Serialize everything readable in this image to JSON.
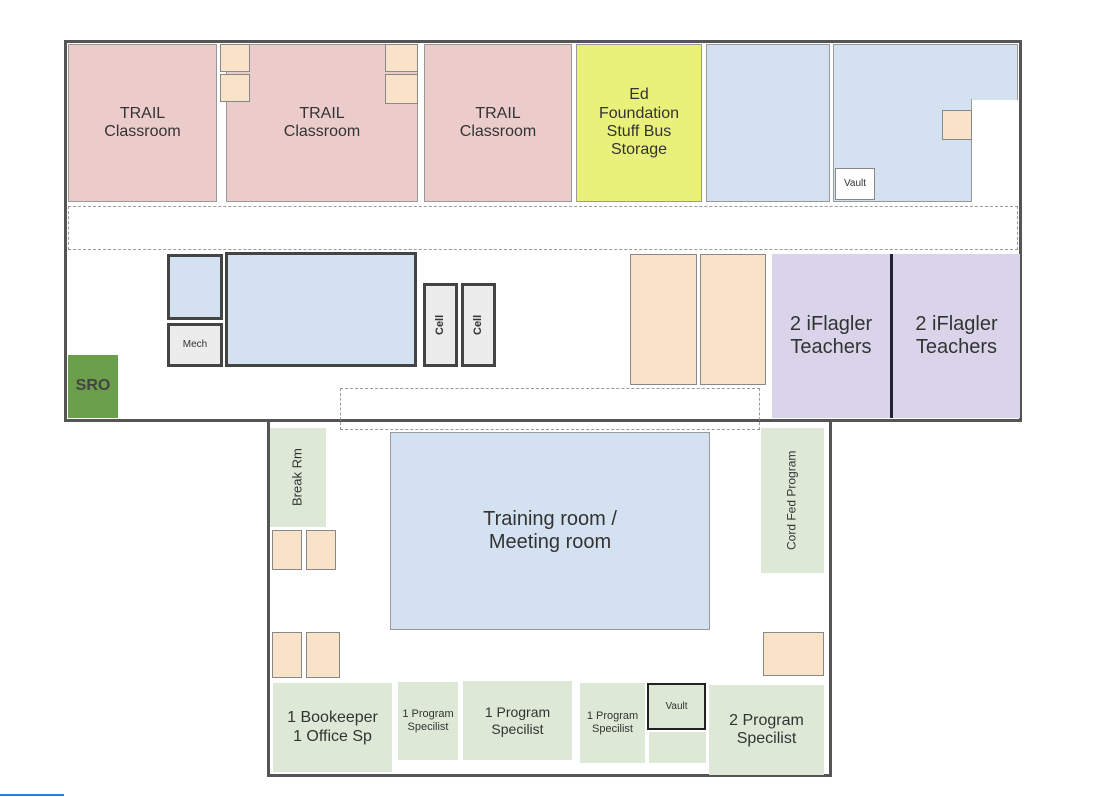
{
  "rooms": {
    "trail_1": "TRAIL\nClassroom",
    "trail_2": "TRAIL\nClassroom",
    "trail_3": "TRAIL\nClassroom",
    "ed_foundation": "Ed\nFoundation\nStuff Bus\nStorage",
    "vault_top": "Vault",
    "mech": "Mech",
    "cell_1": "Cell",
    "cell_2": "Cell",
    "iflagler_1": "2 iFlagler\nTeachers",
    "iflagler_2": "2 iFlagler\nTeachers",
    "sro": "SRO",
    "break_rm": "Break Rm",
    "training": "Training room /\nMeeting room",
    "cord_fed": "Cord Fed Program",
    "bookkeeper": "1 Bookeeper\n1 Office Sp",
    "prog_1": "1 Program\nSpecilist",
    "prog_2": "1 Program\nSpecilist",
    "prog_3": "1 Program\nSpecilist",
    "vault_bottom": "Vault",
    "prog_4": "2 Program\nSpecilist"
  },
  "colors": {
    "trail": "#eccbcb",
    "storage": "#e9f17b",
    "office_blue": "#d4e1f1",
    "iflagler": "#d9d4e9",
    "district": "#dde9d6",
    "sro": "#6b9f4b",
    "restroom": "#f8e2c8"
  }
}
